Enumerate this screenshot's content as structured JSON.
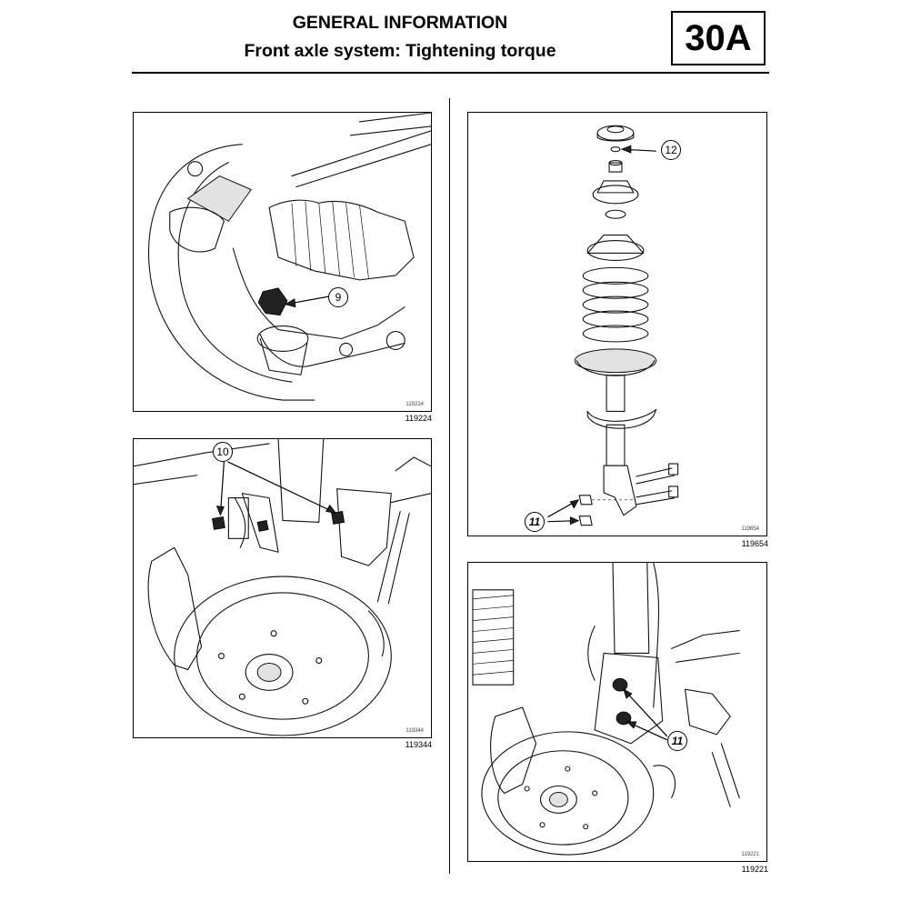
{
  "header": {
    "title_line1": "GENERAL INFORMATION",
    "title_line2": "Front axle system: Tightening torque",
    "chapter": "30A"
  },
  "figures": [
    {
      "id_inner": "119224",
      "caption": "119224",
      "callouts": [
        "9"
      ]
    },
    {
      "id_inner": "119344",
      "caption": "119344",
      "callouts": [
        "10"
      ]
    },
    {
      "id_inner": "119654",
      "caption": "119654",
      "callouts": [
        "12",
        "11"
      ]
    },
    {
      "id_inner": "119221",
      "caption": "119221",
      "callouts": [
        "11"
      ]
    }
  ]
}
